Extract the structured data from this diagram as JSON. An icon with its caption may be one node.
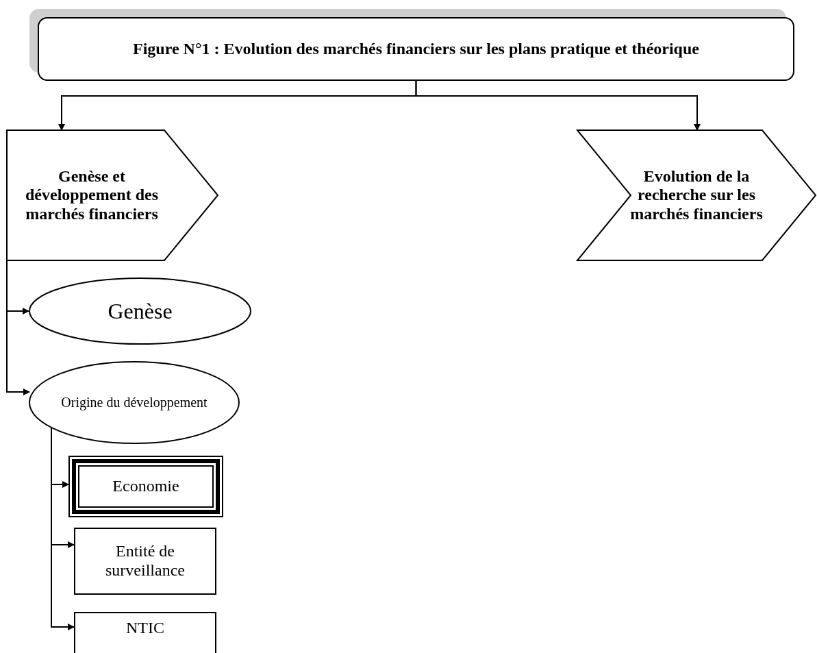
{
  "diagram": {
    "nodes": [
      {
        "text": [
          "Figure N°1 : Evolution des marchés financiers sur les plans pratique et théorique"
        ]
      },
      {
        "text": [
          "Genèse et développement des marchés financiers"
        ]
      },
      {
        "text": [
          "Evolution de la recherche sur les marchés financiers"
        ]
      },
      {
        "text": [
          "Genèse"
        ]
      },
      {
        "text": [
          "Origine du développement"
        ]
      },
      {
        "text": [
          "Economie"
        ]
      },
      {
        "text": [
          "Entité de surveillance"
        ]
      },
      {
        "text": [
          "NTIC"
        ]
      }
    ],
    "edges": [
      {
        "from": 0,
        "to": 1,
        "arrow": "to"
      },
      {
        "from": 0,
        "to": 2,
        "arrow": "to"
      },
      {
        "from": 1,
        "to": 3,
        "arrow": "to"
      },
      {
        "from": 1,
        "to": 4,
        "arrow": "to"
      },
      {
        "from": 4,
        "to": 5,
        "arrow": "to"
      },
      {
        "from": 4,
        "to": 6,
        "arrow": "to"
      },
      {
        "from": 4,
        "to": 7,
        "arrow": "to"
      }
    ]
  }
}
